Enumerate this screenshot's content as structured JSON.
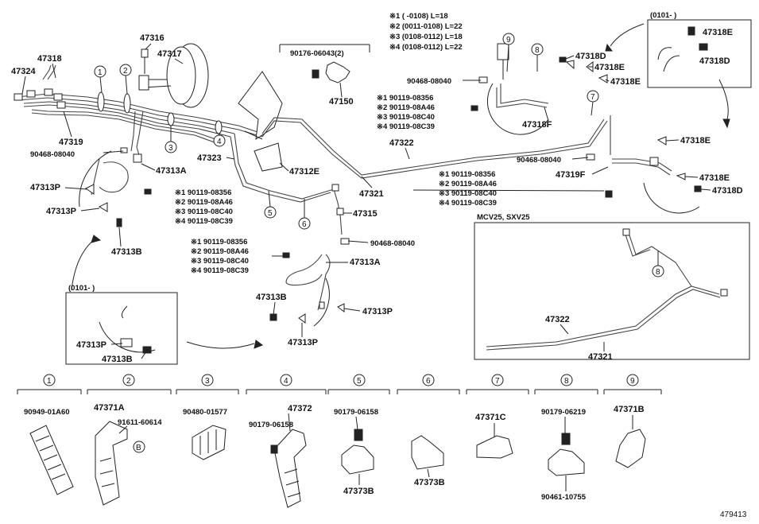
{
  "diagram_id": "479413",
  "callouts": {
    "c1": "47324",
    "c2": "47318",
    "c3": "47316",
    "c4": "47317",
    "c5": "47319",
    "c6": "90468-08040",
    "c7": "47313A",
    "c8": "47313P",
    "c9": "47313P",
    "c10": "47313B",
    "c11": "47323",
    "c12": "47312E",
    "c13": "47322",
    "c14": "47321",
    "c15": "47315",
    "c16": "90176-06043(2)",
    "c17": "47150",
    "c18": "90468-08040",
    "c19": "47318D",
    "c20": "47318E",
    "c21": "47318E",
    "c22": "47318F",
    "c23": "47318E",
    "c24": "47318D",
    "c25": "90468-08040",
    "c26": "47319F",
    "c27": "47318E",
    "c28": "47318E",
    "c29": "47318D",
    "c30": "90468-08040",
    "c31": "47313A",
    "c32": "47313B",
    "c33": "47313P",
    "c34": "47313P",
    "c35": "47313P",
    "c36": "47313B",
    "c37": "47322",
    "c38": "47321",
    "c39": "90949-01A60",
    "c40": "47371A",
    "c41": "91611-60614",
    "c42": "90480-01577",
    "c43": "90179-06158",
    "c44": "47372",
    "c45": "90179-06158",
    "c46": "47373B",
    "c47": "47373B",
    "c48": "47371C",
    "c49": "90179-06219",
    "c50": "90461-10755",
    "c51": "47371B"
  },
  "notes_top": [
    "※1 (      -0108) L=18",
    "※2 (0011-0108) L=22",
    "※3 (0108-0112) L=18",
    "※4 (0108-0112) L=22"
  ],
  "bolt_set_a": [
    "※1 90119-08356",
    "※2 90119-08A46",
    "※3 90119-08C40",
    "※4 90119-08C39"
  ],
  "bolt_set_b": [
    "※1 90119-08356",
    "※2 90119-08A46",
    "※3 90119-08C40",
    "※4 90119-08C39"
  ],
  "bolt_set_c": [
    "※1 90119-08356",
    "※2 90119-08A46",
    "※3 90119-08C40",
    "※4 90119-08C39"
  ],
  "bolt_set_d": [
    "※1 90119-08356",
    "※2 90119-08A46",
    "※3 90119-08C40",
    "※4 90119-08C39"
  ],
  "inset_top_right": {
    "range": "(0101-      )"
  },
  "inset_bottom_left": {
    "range": "(0101-      )"
  },
  "inset_mcv": {
    "title": "MCV25, SXV25"
  },
  "circle_nums": [
    "1",
    "2",
    "3",
    "4",
    "5",
    "6",
    "7",
    "8",
    "9"
  ],
  "inset_letter": "B"
}
